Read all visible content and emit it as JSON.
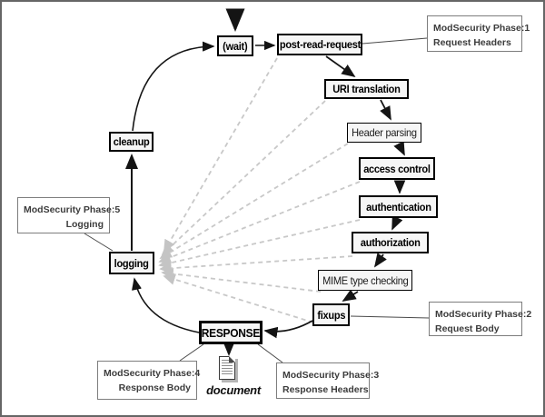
{
  "nodes": {
    "wait": "(wait)",
    "post_read_request": "post-read-request",
    "uri_translation": "URI translation",
    "header_parsing": "Header parsing",
    "access_control": "access control",
    "authentication": "authentication",
    "authorization": "authorization",
    "mime_type_checking": "MIME type checking",
    "fixups": "fixups",
    "response": "RESPONSE",
    "logging": "logging",
    "cleanup": "cleanup"
  },
  "annotations": {
    "phase1": {
      "title": "ModSecurity Phase:1",
      "subtitle": "Request Headers"
    },
    "phase2": {
      "title": "ModSecurity Phase:2",
      "subtitle": "Request Body"
    },
    "phase3": {
      "title": "ModSecurity Phase:3",
      "subtitle": "Response Headers"
    },
    "phase4": {
      "title": "ModSecurity Phase:4",
      "subtitle": "Response Body"
    },
    "phase5": {
      "title": "ModSecurity Phase:5",
      "subtitle": "Logging"
    }
  },
  "document": {
    "label": "document"
  },
  "colors": {
    "node_fill": "#f6f6f6",
    "node_border": "#000000",
    "annotation_border": "#7d7d7d",
    "annotation_text": "#3c3c3c",
    "dashed_line": "#c8c8c8",
    "frame_border": "#666666"
  }
}
